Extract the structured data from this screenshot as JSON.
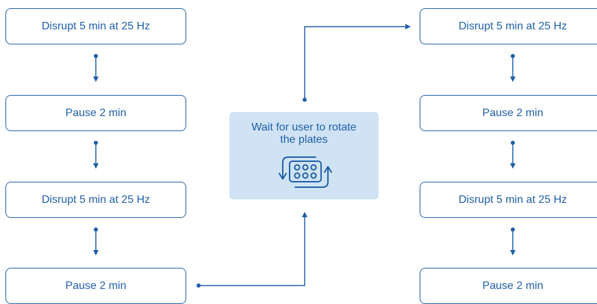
{
  "colors": {
    "accent": "#1f5ea8",
    "panel": "#cfe3f4",
    "background": "#ffffff"
  },
  "left_column": {
    "steps": [
      {
        "label": "Disrupt 5 min at 25 Hz"
      },
      {
        "label": "Pause 2 min"
      },
      {
        "label": "Disrupt 5 min at 25 Hz"
      },
      {
        "label": "Pause 2 min"
      }
    ]
  },
  "center": {
    "wait_line1": "Wait for user to rotate",
    "wait_line2": "the plates",
    "icon": "rotate-plate-icon"
  },
  "right_column": {
    "steps": [
      {
        "label": "Disrupt 5 min at 25 Hz"
      },
      {
        "label": "Pause 2 min"
      },
      {
        "label": "Disrupt 5 min at 25 Hz"
      },
      {
        "label": "Pause 2 min"
      }
    ]
  }
}
